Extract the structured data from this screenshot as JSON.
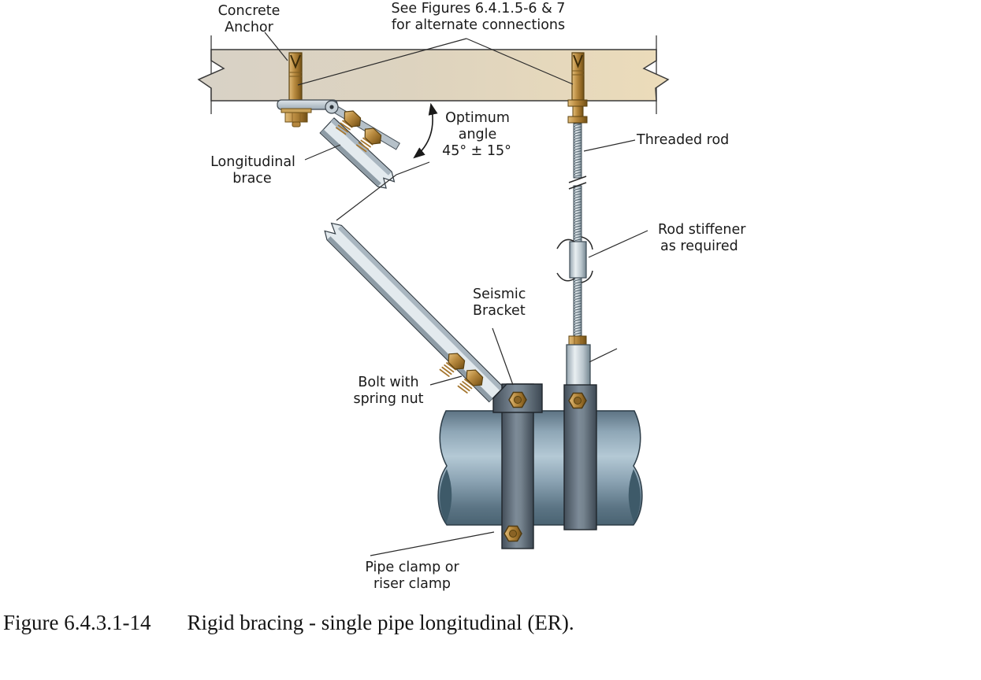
{
  "page": {
    "background": "#ffffff",
    "kind": "technical-figure"
  },
  "figure_caption": {
    "label": "Figure 6.4.3.1-14",
    "text": "Rigid bracing - single pipe longitudinal (ER)."
  },
  "annotations": {
    "see_figures": {
      "lines": [
        "See Figures 6.4.1.5-6 & 7",
        "for alternate connections"
      ]
    },
    "concrete_anchor": {
      "lines": [
        "Concrete",
        "Anchor"
      ]
    },
    "optimum_angle": {
      "lines": [
        "Optimum",
        "angle",
        "45° ± 15°"
      ]
    },
    "longitudinal_brace": {
      "lines": [
        "Longitudinal",
        "brace"
      ]
    },
    "threaded_rod": {
      "lines": [
        "Threaded rod"
      ]
    },
    "rod_stiffener": {
      "lines": [
        "Rod stiffener",
        "as required"
      ]
    },
    "seismic_bracket": {
      "lines": [
        "Seismic",
        "Bracket"
      ]
    },
    "bolt_spring_nut": {
      "lines": [
        "Bolt with",
        "spring nut"
      ]
    },
    "pipe_clamp": {
      "lines": [
        "Pipe clamp or",
        "riser clamp"
      ]
    }
  },
  "colors": {
    "background": "#ffffff",
    "concrete_gray": "#d8d2c6",
    "concrete_tan": "#ecdcba",
    "speckle": "#b0a487",
    "brass": "#bb8d42",
    "brass_dark": "#6f4f16",
    "steel_light": "#e9eff2",
    "steel_mid": "#aab7c0",
    "steel_dark": "#73858f",
    "pipe_light": "#b4c9d5",
    "pipe_dark": "#4a6372",
    "clamp_dark": "#434e59",
    "line": "#2a2a2a"
  }
}
